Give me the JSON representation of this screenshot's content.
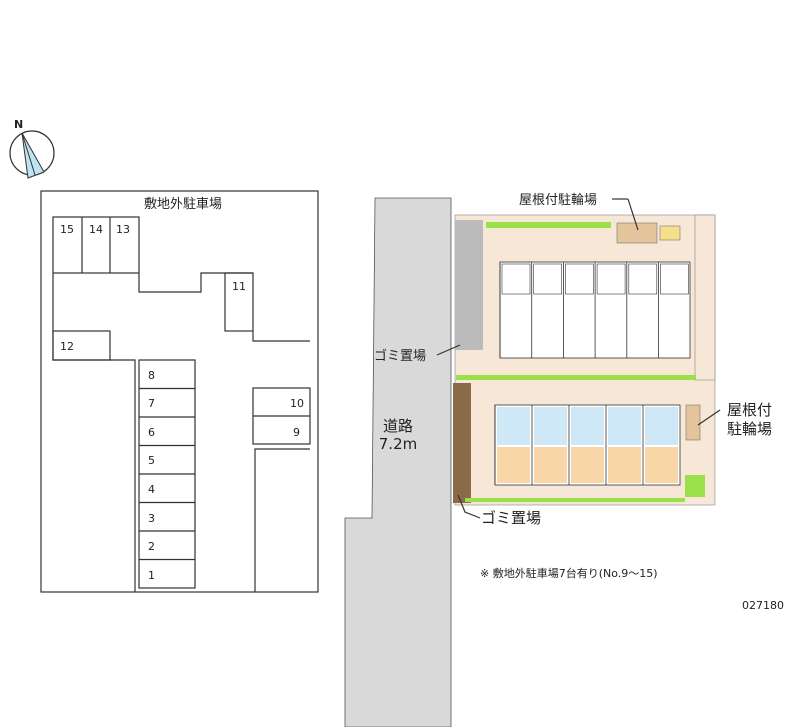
{
  "compass": {
    "north": "N"
  },
  "offsite_parking": {
    "title": "敷地外駐車場",
    "spaces": [
      "1",
      "2",
      "3",
      "4",
      "5",
      "6",
      "7",
      "8",
      "9",
      "10",
      "11",
      "12",
      "13",
      "14",
      "15"
    ]
  },
  "site": {
    "road_label": "道路",
    "road_width": "7.2m",
    "bike_parking_top": "屋根付駐輪場",
    "bike_parking_right_line1": "屋根付",
    "bike_parking_right_line2": "駐輪場",
    "garbage_top": "ゴミ置場",
    "garbage_bottom": "ゴミ置場"
  },
  "note": "※ 敷地外駐車場7台有り(No.9〜15)",
  "property_id": "027180",
  "colors": {
    "road": "#d9d9d9",
    "path": "#f7e7d7",
    "green": "#9be04a",
    "unit_blue": "#cfe8f7",
    "unit_tan": "#f8d6a8"
  }
}
